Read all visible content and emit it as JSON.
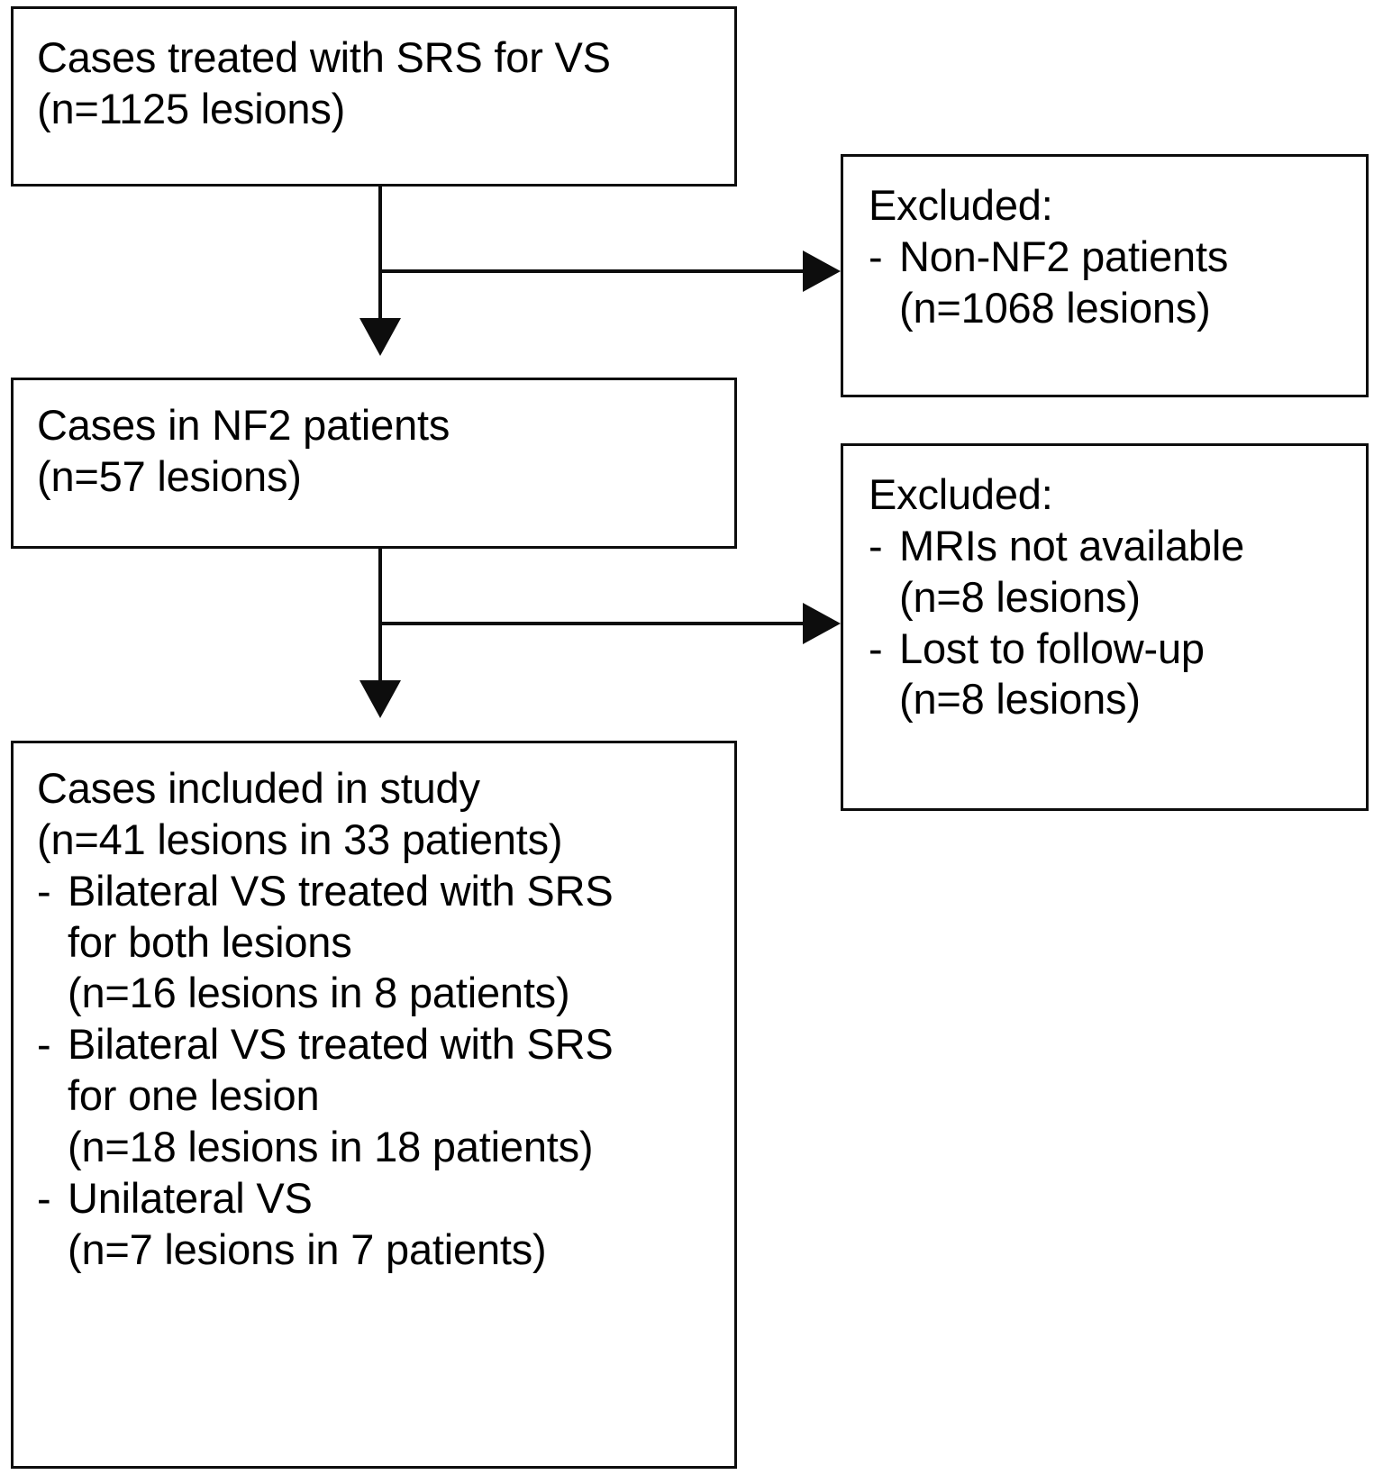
{
  "figure": {
    "type": "flowchart",
    "description": "Patient/lesion selection flow diagram for SRS treatment of vestibular schwannoma in NF2 patients"
  },
  "nodes": {
    "total_cases": {
      "title": "Cases treated with SRS for VS",
      "count": "(n=1125 lesions)"
    },
    "nf2_cases": {
      "title": "Cases in NF2 patients",
      "count": "(n=57 lesions)"
    },
    "included_cases": {
      "title": "Cases included in study",
      "count": "(n=41 lesions in 33 patients)",
      "bullets": [
        {
          "dash": "-",
          "lines": [
            "Bilateral VS treated with SRS",
            "for both lesions"
          ],
          "count": "(n=16 lesions in 8 patients)"
        },
        {
          "dash": "-",
          "lines": [
            "Bilateral VS treated with SRS",
            "for one lesion"
          ],
          "count": "(n=18 lesions in 18 patients)"
        },
        {
          "dash": "-",
          "lines": [
            "Unilateral VS"
          ],
          "count": "(n=7 lesions in 7 patients)"
        }
      ]
    },
    "excluded_1": {
      "title": "Excluded:",
      "bullets": [
        {
          "dash": "-",
          "lines": [
            "Non-NF2 patients"
          ],
          "count": "(n=1068 lesions)"
        }
      ]
    },
    "excluded_2": {
      "title": "Excluded:",
      "bullets": [
        {
          "dash": "-",
          "lines": [
            "MRIs not available"
          ],
          "count": "(n=8 lesions)"
        },
        {
          "dash": "-",
          "lines": [
            "Lost to follow-up"
          ],
          "count": "(n=8 lesions)"
        }
      ]
    }
  },
  "colors": {
    "stroke": "#0d0d0d",
    "background": "#ffffff",
    "text": "#000000"
  }
}
